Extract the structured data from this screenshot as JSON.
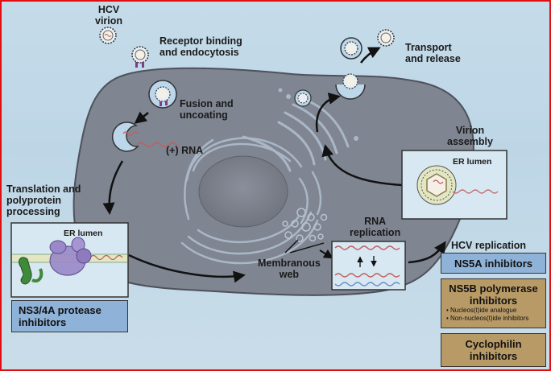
{
  "labels": {
    "hcv_virion": "HCV\nvirion",
    "receptor": "Receptor binding\nand endocytosis",
    "fusion": "Fusion and\nuncoating",
    "rna": "(+) RNA",
    "translation": "Translation and\npolyprotein\nprocessing",
    "er_lumen_left": "ER lumen",
    "er_lumen_right": "ER lumen",
    "membranous_web": "Membranous\nweb",
    "rna_replication": "RNA\nreplication",
    "transport": "Transport\nand release",
    "virion_assembly": "Virion\nassembly",
    "hcv_replication": "HCV replication"
  },
  "drugs": {
    "ns34a": "NS3/4A protease\ninhibitors",
    "ns5a": "NS5A inhibitors",
    "ns5b": "NS5B polymerase\ninhibitors",
    "ns5b_items": [
      "Nucleos(t)ide analogue",
      "Non-nucleos(t)ide inhibitors"
    ],
    "cyclophilin": "Cyclophilin\ninhibitors"
  },
  "colors": {
    "cell": "#7f8591",
    "background": "#c5dbe9",
    "drug_blue": "#8fb2d8",
    "drug_tan": "#b89a66",
    "protein_purple": "#9a88c8",
    "protein_green": "#3e8a3a",
    "rna_red": "#c06060",
    "rna_blue": "#6d8fc7"
  }
}
